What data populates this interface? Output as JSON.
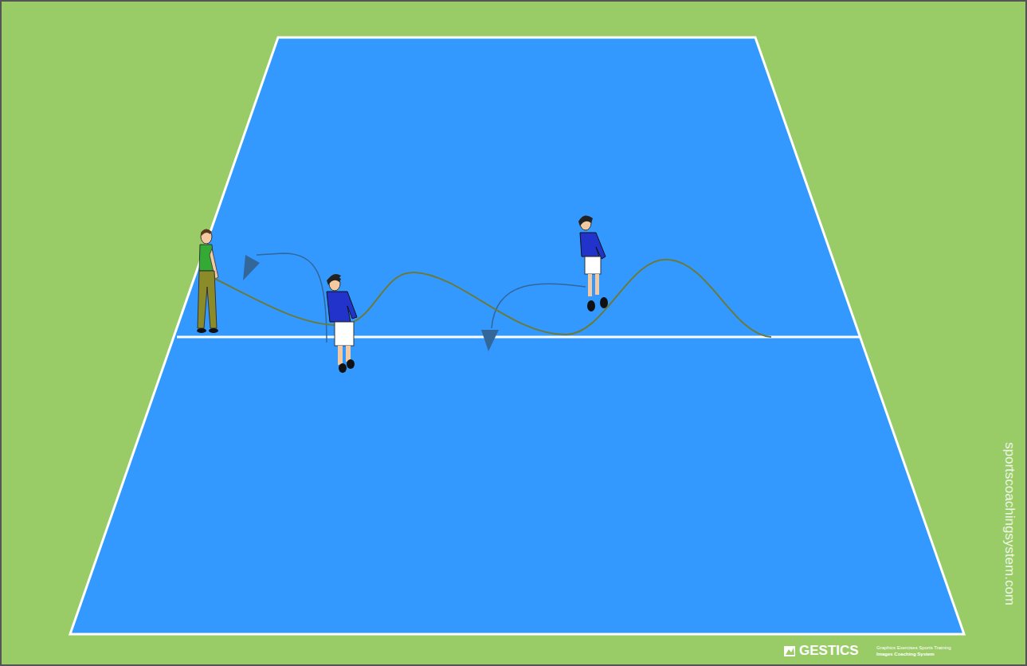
{
  "diagram": {
    "labels": [
      "sportscoachingsystem.com",
      "GESTICS",
      "Graphics Exercises Sports Training",
      "Images Coaching System"
    ]
  }
}
